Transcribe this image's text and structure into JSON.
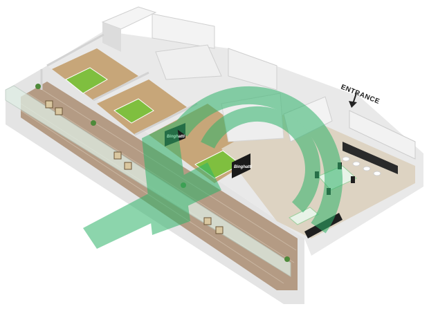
{
  "plan": {
    "entrance_label": "ENTRANCE",
    "tv_label": "Binghatti"
  },
  "colors": {
    "wall": "#ececec",
    "wall_shade": "#cfcfcf",
    "wood_floor": "#c7a679",
    "tile_floor": "#ddd3c2",
    "terrace_floor": "#b49b84",
    "bed_green": "#7fbf3f",
    "watermark_green": "#2fb36a",
    "glass": "#dfeee4",
    "kitchen_dark": "#2a2a2a"
  },
  "icons": {
    "watermark": "brand-logo-watermark",
    "entrance_arrow": "arrow-down-icon"
  }
}
